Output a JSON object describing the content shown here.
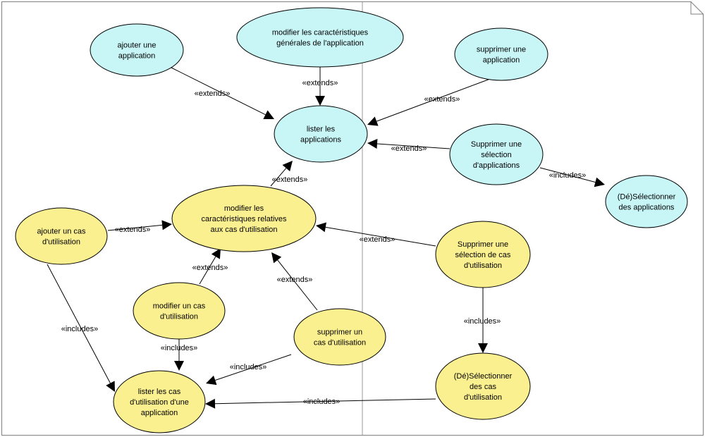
{
  "colors": {
    "cyan_fill": "#c8f6f7",
    "yellow_fill": "#fbf08f",
    "stroke": "#000000",
    "frame": "#7f7f7f",
    "divider": "#9a9a9a"
  },
  "use_cases": [
    {
      "id": "uc_ajouter_app",
      "lines": [
        "ajouter une",
        "application"
      ],
      "color": "cyan"
    },
    {
      "id": "uc_modifier_gen",
      "lines": [
        "modifier les caractéristiques",
        "générales de l'application"
      ],
      "color": "cyan"
    },
    {
      "id": "uc_supprimer_app",
      "lines": [
        "supprimer une",
        "application"
      ],
      "color": "cyan"
    },
    {
      "id": "uc_lister_apps",
      "lines": [
        "lister les",
        "applications"
      ],
      "color": "cyan"
    },
    {
      "id": "uc_supprimer_sel_app",
      "lines": [
        "Supprimer une",
        "sélection",
        "d'applications"
      ],
      "color": "cyan"
    },
    {
      "id": "uc_deselect_apps",
      "lines": [
        "(Dé)Sélectionner",
        "des applications"
      ],
      "color": "cyan"
    },
    {
      "id": "uc_modifier_cas_rel",
      "lines": [
        "modifier les",
        "caractéristiques relatives",
        "aux cas d'utilisation"
      ],
      "color": "yellow"
    },
    {
      "id": "uc_ajouter_cas",
      "lines": [
        "ajouter un cas",
        "d'utilisation"
      ],
      "color": "yellow"
    },
    {
      "id": "uc_modifier_cas",
      "lines": [
        "modifier un cas",
        "d'utilisation"
      ],
      "color": "yellow"
    },
    {
      "id": "uc_supprimer_cas",
      "lines": [
        "supprimer un",
        "cas d'utilisation"
      ],
      "color": "yellow"
    },
    {
      "id": "uc_supprimer_sel_cas",
      "lines": [
        "Supprimer une",
        "sélection de cas",
        "d'utilisation"
      ],
      "color": "yellow"
    },
    {
      "id": "uc_deselect_cas",
      "lines": [
        "(Dé)Sélectionner",
        "des cas",
        "d'utilisation"
      ],
      "color": "yellow"
    },
    {
      "id": "uc_lister_cas",
      "lines": [
        "lister les cas",
        "d'utilisation d'une",
        "application"
      ],
      "color": "yellow"
    }
  ],
  "relations": [
    {
      "from": "uc_ajouter_app",
      "to": "uc_lister_apps",
      "label": "«extends»"
    },
    {
      "from": "uc_modifier_gen",
      "to": "uc_lister_apps",
      "label": "«extends»"
    },
    {
      "from": "uc_supprimer_app",
      "to": "uc_lister_apps",
      "label": "«extends»"
    },
    {
      "from": "uc_supprimer_sel_app",
      "to": "uc_lister_apps",
      "label": "«extends»"
    },
    {
      "from": "uc_supprimer_sel_app",
      "to": "uc_deselect_apps",
      "label": "«includes»"
    },
    {
      "from": "uc_modifier_cas_rel",
      "to": "uc_lister_apps",
      "label": "«extends»"
    },
    {
      "from": "uc_ajouter_cas",
      "to": "uc_modifier_cas_rel",
      "label": "«extends»"
    },
    {
      "from": "uc_modifier_cas",
      "to": "uc_modifier_cas_rel",
      "label": "«extends»"
    },
    {
      "from": "uc_supprimer_cas",
      "to": "uc_modifier_cas_rel",
      "label": "«extends»"
    },
    {
      "from": "uc_supprimer_sel_cas",
      "to": "uc_modifier_cas_rel",
      "label": "«extends»"
    },
    {
      "from": "uc_ajouter_cas",
      "to": "uc_lister_cas",
      "label": "«includes»"
    },
    {
      "from": "uc_modifier_cas",
      "to": "uc_lister_cas",
      "label": "«includes»"
    },
    {
      "from": "uc_supprimer_cas",
      "to": "uc_lister_cas",
      "label": "«includes»"
    },
    {
      "from": "uc_supprimer_sel_cas",
      "to": "uc_deselect_cas",
      "label": "«includes»"
    },
    {
      "from": "uc_deselect_cas",
      "to": "uc_lister_cas",
      "label": "«includes»"
    }
  ]
}
